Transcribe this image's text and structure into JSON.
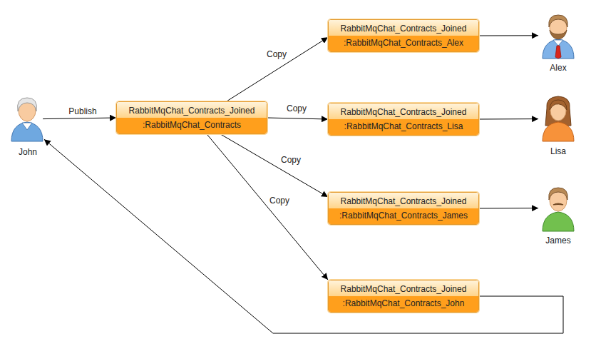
{
  "diagram": {
    "nodes": [
      {
        "text": [
          "John"
        ]
      },
      {
        "text": [
          "RabbitMqChat_Contracts_Joined",
          ":RabbitMqChat_Contracts"
        ]
      },
      {
        "text": [
          "RabbitMqChat_Contracts_Joined",
          ":RabbitMqChat_Contracts_Alex"
        ]
      },
      {
        "text": [
          "Alex"
        ]
      },
      {
        "text": [
          "RabbitMqChat_Contracts_Joined",
          ":RabbitMqChat_Contracts_Lisa"
        ]
      },
      {
        "text": [
          "Lisa"
        ]
      },
      {
        "text": [
          "RabbitMqChat_Contracts_Joined",
          ":RabbitMqChat_Contracts_James"
        ]
      },
      {
        "text": [
          "James"
        ]
      },
      {
        "text": [
          "RabbitMqChat_Contracts_Joined",
          ":RabbitMqChat_Contracts_John"
        ]
      }
    ],
    "edges": [
      {
        "from": 0,
        "to": 1,
        "label": "Publish",
        "arrow": "to"
      },
      {
        "from": 1,
        "to": 2,
        "label": "Copy",
        "arrow": "to"
      },
      {
        "from": 1,
        "to": 4,
        "label": "Copy",
        "arrow": "to"
      },
      {
        "from": 1,
        "to": 6,
        "label": "Copy",
        "arrow": "to"
      },
      {
        "from": 1,
        "to": 8,
        "label": "Copy",
        "arrow": "to"
      },
      {
        "from": 2,
        "to": 3,
        "arrow": "to"
      },
      {
        "from": 4,
        "to": 5,
        "arrow": "to"
      },
      {
        "from": 6,
        "to": 7,
        "arrow": "to"
      },
      {
        "from": 8,
        "to": 0,
        "arrow": "to"
      }
    ]
  }
}
